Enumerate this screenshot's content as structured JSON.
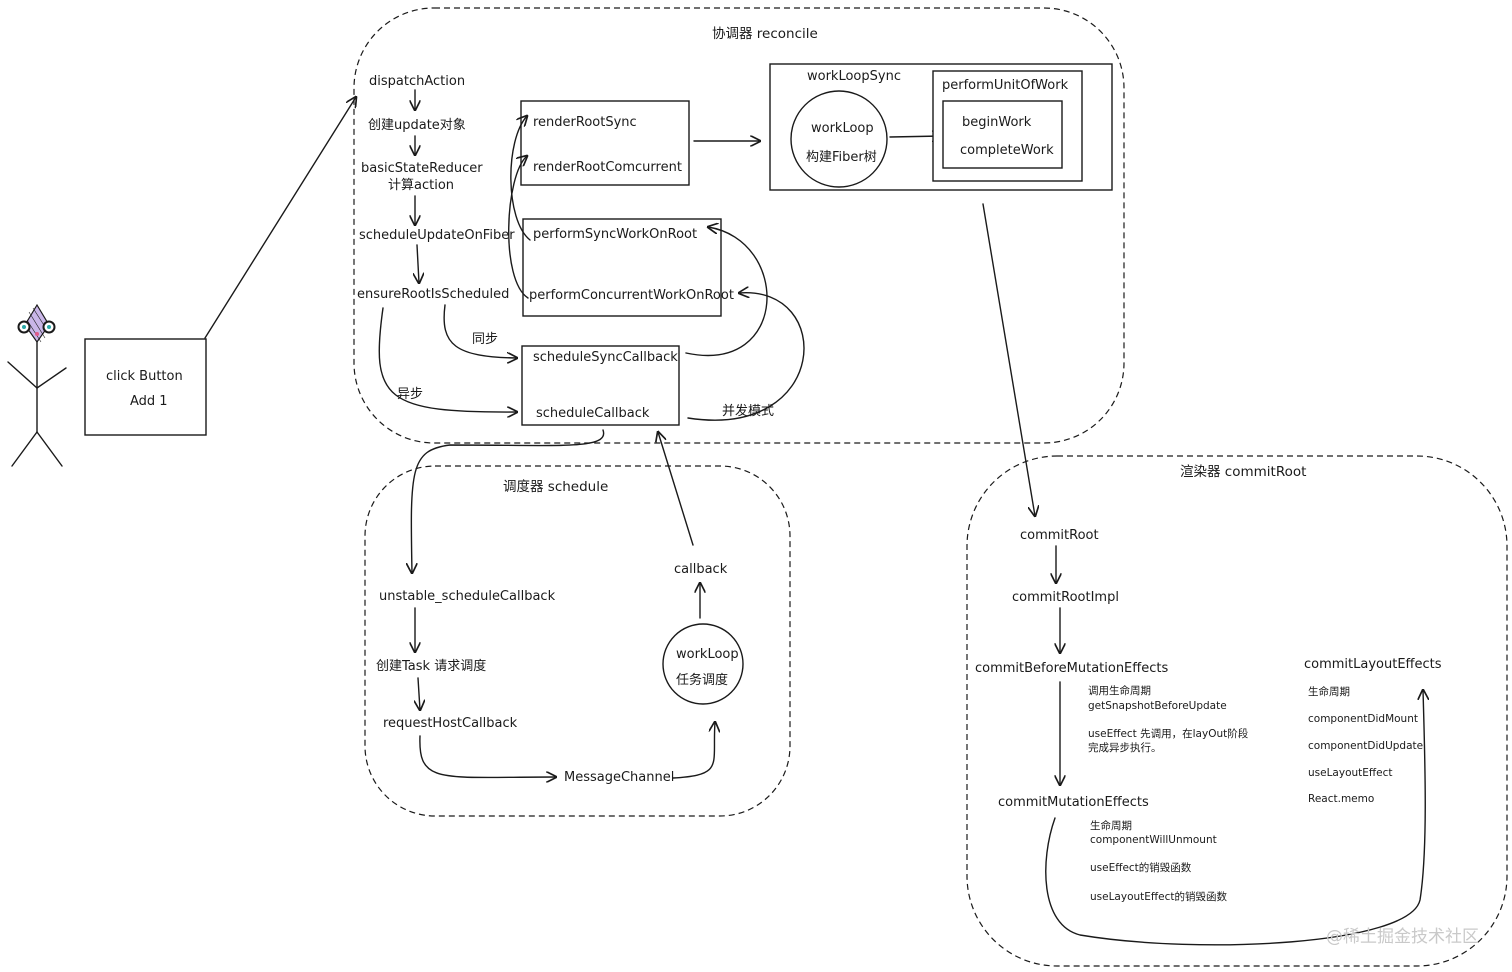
{
  "regions": {
    "reconcile_title": "协调器 reconcile",
    "schedule_title": "调度器 schedule",
    "commit_title": "渲染器 commitRoot"
  },
  "actor": {
    "button_line1": "click Button",
    "button_line2": "Add 1"
  },
  "reconcile": {
    "dispatch_action": "dispatchAction",
    "create_update": "创建update对象",
    "basic_state_reducer": "basicStateReducer",
    "compute_action": "计算action",
    "schedule_update": "scheduleUpdateOnFiber",
    "ensure_root": "ensureRootIsScheduled",
    "render_root_sync": "renderRootSync",
    "render_root_concurrent": "renderRootComcurrent",
    "perform_sync": "performSyncWorkOnRoot",
    "perform_concurrent": "performConcurrentWorkOnRoot",
    "schedule_sync_callback": "scheduleSyncCallback",
    "schedule_callback": "scheduleCallback",
    "sync_label": "同步",
    "async_label": "异步",
    "concurrent_mode": "并发模式",
    "work_loop_sync": "workLoopSync",
    "work_loop": "workLoop",
    "build_fiber": "构建Fiber树",
    "perform_unit": "performUnitOfWork",
    "begin_work": "beginWork",
    "complete_work": "completeWork"
  },
  "schedule": {
    "unstable_schedule": "unstable_scheduleCallback",
    "create_task": "创建Task 请求调度",
    "request_host": "requestHostCallback",
    "message_channel": "MessageChannel",
    "callback": "callback",
    "work_loop": "workLoop",
    "task_schedule": "任务调度"
  },
  "commit": {
    "commit_root": "commitRoot",
    "commit_root_impl": "commitRootImpl",
    "before_mutation": "commitBeforeMutationEffects",
    "bm_note1": "调用生命周期",
    "bm_note2": "getSnapshotBeforeUpdate",
    "bm_note3": "useEffect 先调用，在layOut阶段",
    "bm_note4": "完成异步执行。",
    "mutation": "commitMutationEffects",
    "m_note1": "生命周期",
    "m_note2": "componentWillUnmount",
    "m_note3": "useEffect的销毁函数",
    "m_note4": "useLayoutEffect的销毁函数",
    "layout": "commitLayoutEffects",
    "l_note1": "生命周期",
    "l_note2": "componentDidMount",
    "l_note3": "componentDidUpdate",
    "l_note4": "useLayoutEffect",
    "l_note5": "React.memo"
  },
  "watermark": "@稀土掘金技术社区",
  "colors": {
    "ink": "#1a1a1a",
    "actor_fill": "#c9b6e8",
    "watermark": "#c9c9c9"
  },
  "icons": {
    "actor": "stick-figure-icon"
  }
}
